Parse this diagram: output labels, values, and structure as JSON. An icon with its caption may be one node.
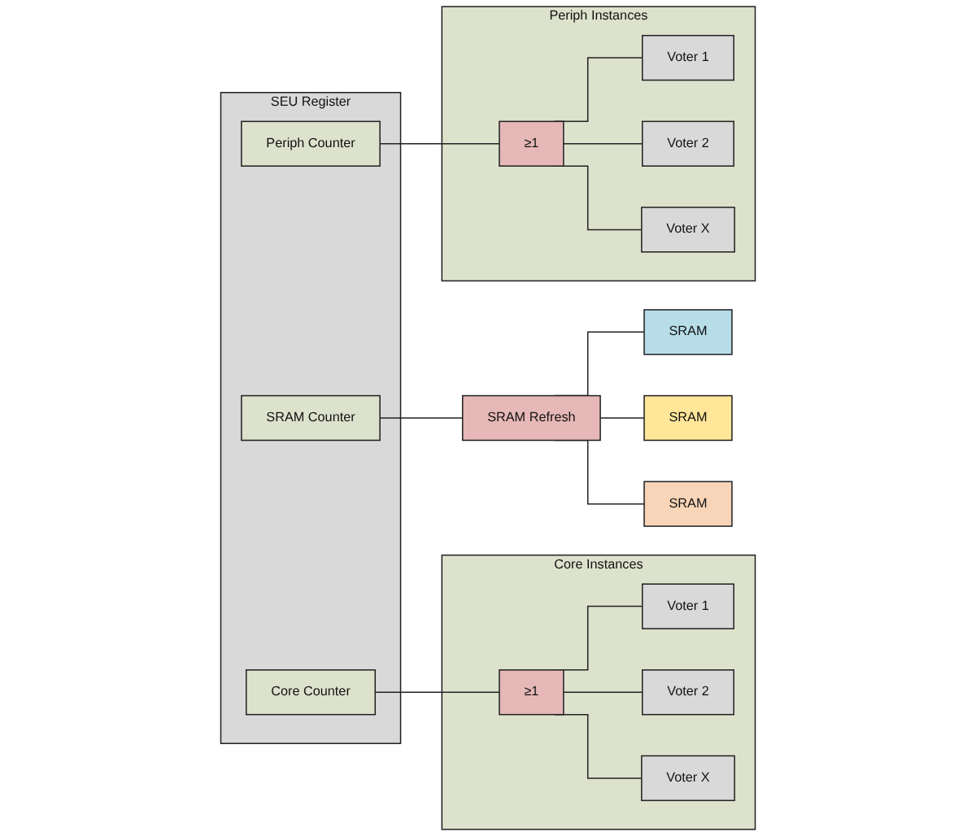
{
  "diagram": {
    "nodes": [
      {
        "text": [
          "SEU Register"
        ]
      },
      {
        "text": [
          "SRAM Counter"
        ],
        "in": 0
      },
      {
        "text": [
          "Core Counter"
        ],
        "in": 0
      },
      {
        "text": [
          "Periph Counter"
        ],
        "in": 0
      },
      {
        "text": [
          "SRAM Refresh"
        ]
      },
      {
        "text": [
          "SRAM"
        ]
      },
      {
        "text": [
          "SRAM"
        ]
      },
      {
        "text": [
          "SRAM"
        ]
      },
      {
        "text": [
          "Core Instances"
        ]
      },
      {
        "text": [
          "≥1"
        ],
        "in": 8
      },
      {
        "text": [
          "Voter 1"
        ],
        "in": 8
      },
      {
        "text": [
          "Voter 2"
        ],
        "in": 8
      },
      {
        "text": [
          "Voter X"
        ],
        "in": 8
      },
      {
        "text": [
          "Periph Instances"
        ]
      },
      {
        "text": [
          "≥1"
        ],
        "in": 13
      },
      {
        "text": [
          "Voter 1"
        ],
        "in": 13
      },
      {
        "text": [
          "Voter 2"
        ],
        "in": 13
      },
      {
        "text": [
          "Voter X"
        ],
        "in": 13
      }
    ],
    "edges": [
      {
        "from": 1,
        "to": 4,
        "arrow": "none"
      },
      {
        "from": 4,
        "to": 5,
        "arrow": "none"
      },
      {
        "from": 4,
        "to": 6,
        "arrow": "none"
      },
      {
        "from": 4,
        "to": 7,
        "arrow": "none"
      },
      {
        "from": 2,
        "to": 9,
        "arrow": "none"
      },
      {
        "from": 9,
        "to": 10,
        "arrow": "none"
      },
      {
        "from": 9,
        "to": 11,
        "arrow": "none"
      },
      {
        "from": 9,
        "to": 12,
        "arrow": "none"
      },
      {
        "from": 3,
        "to": 14,
        "arrow": "none"
      },
      {
        "from": 14,
        "to": 15,
        "arrow": "none"
      },
      {
        "from": 14,
        "to": 16,
        "arrow": "none"
      },
      {
        "from": 14,
        "to": 17,
        "arrow": "none"
      }
    ]
  }
}
